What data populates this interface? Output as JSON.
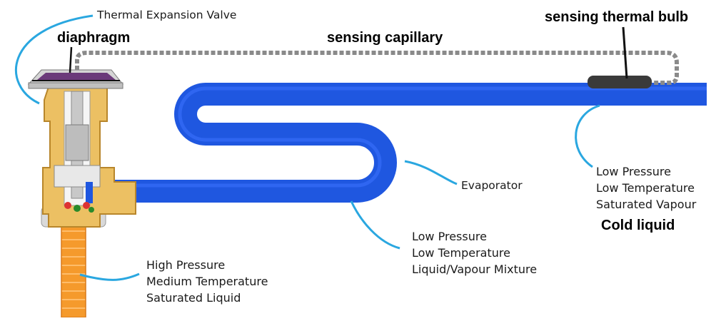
{
  "labels": {
    "valve_title": "Thermal Expansion Valve",
    "diaphragm": "diaphragm",
    "capillary": "sensing capillary",
    "bulb": "sensing thermal bulb",
    "evaporator": "Evaporator",
    "cold_liquid": "Cold liquid"
  },
  "conditions": {
    "inlet": [
      "High Pressure",
      "Medium Temperature",
      "Saturated Liquid"
    ],
    "mixture": [
      "Low Pressure",
      "Low Temperature",
      "Liquid/Vapour Mixture"
    ],
    "outlet": [
      "Low Pressure",
      "Low Temperature",
      "Saturated Vapour"
    ]
  },
  "colors": {
    "evaporator_tube": "#1f57e0",
    "inlet_pipe": "#f59a2c",
    "valve_body": "#ecc063",
    "diaphragm": "#6b3a7a",
    "leader_line": "#2aa7e0",
    "capillary": "#8a8a8a",
    "bulb": "#3a3a3a"
  }
}
